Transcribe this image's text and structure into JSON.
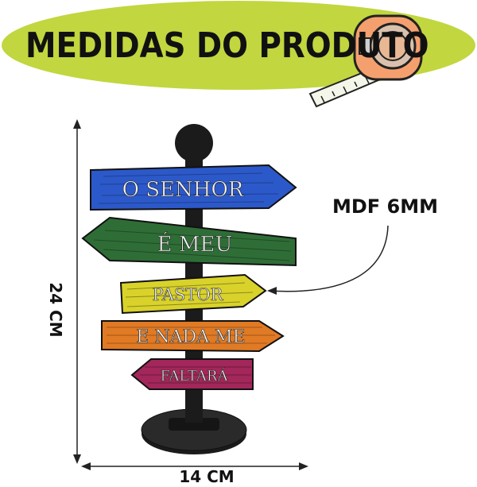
{
  "banner": {
    "title": "MEDIDAS DO PRODUTO",
    "background_color": "#c2d63f",
    "icon": "measuring-tape-icon"
  },
  "product": {
    "signs": [
      {
        "text": "O SENHOR",
        "color": "#2c59c9"
      },
      {
        "text": "É MEU",
        "color": "#2f6d36"
      },
      {
        "text": "PASTOR",
        "color": "#d9d22a"
      },
      {
        "text": "E NADA ME",
        "color": "#e07a24"
      },
      {
        "text": "FALTARÁ",
        "color": "#a3275a"
      }
    ],
    "post_color": "#1b1b1b"
  },
  "annotations": {
    "material": "MDF 6MM",
    "height": "24 CM",
    "width": "14 CM"
  }
}
